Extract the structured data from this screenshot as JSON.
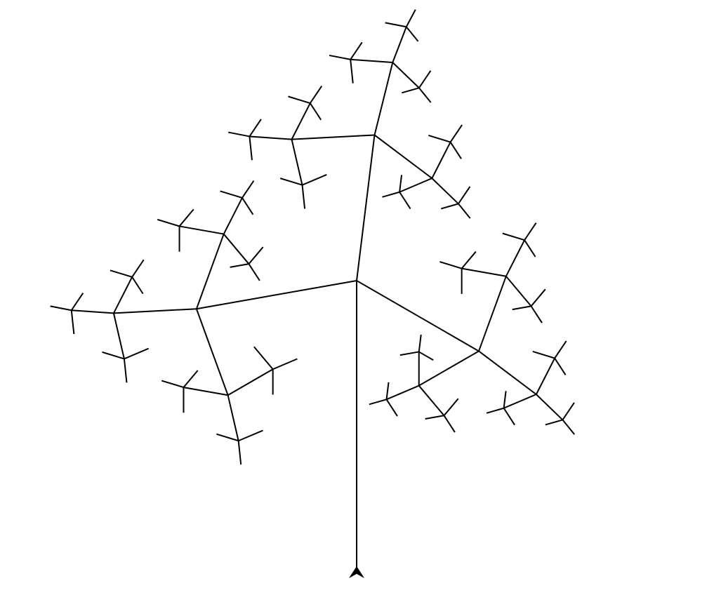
{
  "diagram": {
    "type": "fractal-tree",
    "recursion_depth": 4,
    "branches_per_node": 3,
    "trunk_length": 410,
    "branch_angles_deg": [
      -100,
      7,
      120
    ],
    "branch_length_ratios": [
      0.565,
      0.51,
      0.49
    ],
    "colors": {
      "background": "#ffffff",
      "stroke": "#000000",
      "turtle": "#000000"
    },
    "icons": {
      "cursor": "turtle-arrowhead-icon"
    }
  }
}
